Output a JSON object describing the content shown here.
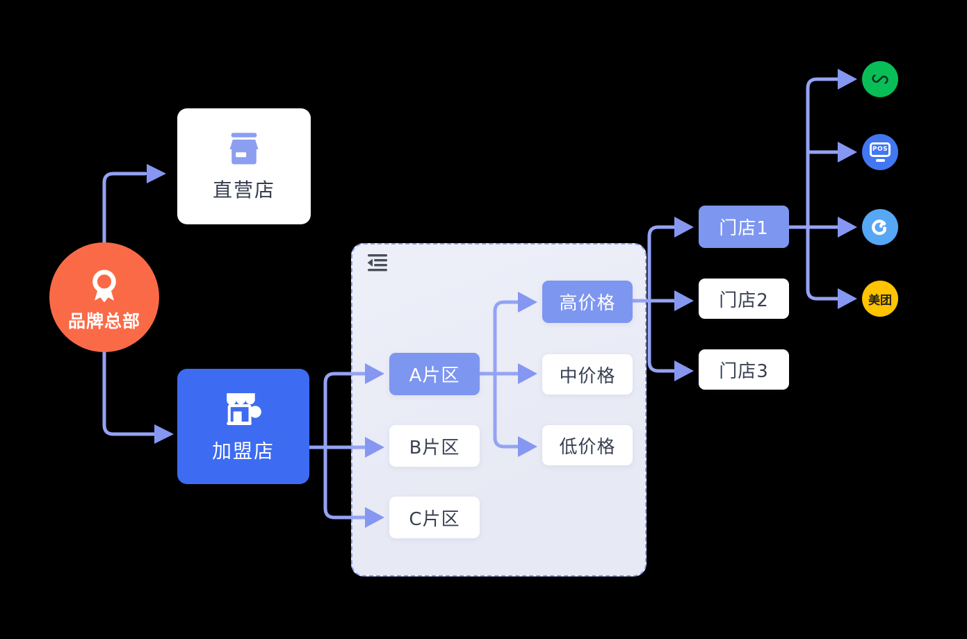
{
  "diagram": {
    "root": {
      "label": "品牌总部"
    },
    "direct_store": {
      "label": "直营店"
    },
    "franchise_store": {
      "label": "加盟店"
    },
    "regions": [
      {
        "label": "A片区",
        "state": "active"
      },
      {
        "label": "B片区",
        "state": "default"
      },
      {
        "label": "C片区",
        "state": "default"
      }
    ],
    "prices": [
      {
        "label": "高价格",
        "state": "active"
      },
      {
        "label": "中价格",
        "state": "default"
      },
      {
        "label": "低价格",
        "state": "default"
      }
    ],
    "stores": [
      {
        "label": "门店1",
        "state": "active"
      },
      {
        "label": "门店2",
        "state": "default"
      },
      {
        "label": "门店3",
        "state": "default"
      }
    ],
    "channels": [
      {
        "name": "wechat-mini-program",
        "label": ""
      },
      {
        "name": "pos-terminal",
        "label": "POS"
      },
      {
        "name": "eleme",
        "label": ""
      },
      {
        "name": "meituan",
        "label": "美团"
      }
    ],
    "colors": {
      "background": "#000000",
      "root_orange": "#FA6A47",
      "franchise_blue": "#3D6BF2",
      "active_node_blue": "#7D96F0",
      "connector": "#94A3F4",
      "arrowhead": "#8697F1",
      "panel_bg": "#E9EBF6",
      "panel_border": "#8D9EF0",
      "dark_text": "#3A4052",
      "wechat_green": "#09BE57",
      "pos_blue": "#4277F2",
      "eleme_blue": "#56A7F5",
      "meituan_yellow": "#FFC300"
    }
  }
}
